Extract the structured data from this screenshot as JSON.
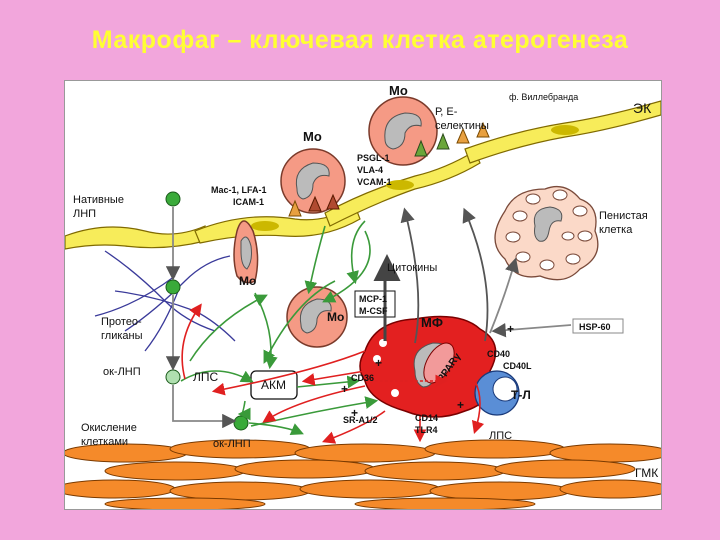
{
  "title": "Макрофаг – ключевая клетка атерогенеза",
  "labels": {
    "mo_top": "Мо",
    "vwf": "ф. Виллебранда",
    "ec": "ЭК",
    "selectins_1": "Р, Е-",
    "selectins_2": "селектины",
    "mo_mid": "Мо",
    "psgl": "PSGL-1",
    "vla": "VLA-4",
    "vcam": "VCAM-1",
    "mac": "Mac-1, LFA-1",
    "icam": "ICAM-1",
    "native_1": "Нативные",
    "native_2": "ЛНП",
    "foam_1": "Пенистая",
    "foam_2": "клетка",
    "cytokines": "Цитокины",
    "mo_low": "Мо",
    "proteo_1": "Протео-",
    "proteo_2": "гликаны",
    "mcp": "MCP-1",
    "mcsf": "M-CSF",
    "mo_center": "Мо",
    "mf": "МФ",
    "hsp": "HSP-60",
    "ppar": "PPARγ",
    "ok_ldl_left": "ок-ЛНП",
    "lps_left": "ЛПС",
    "akm": "АКМ",
    "cd36": "CD36",
    "cd40": "CD40",
    "cd40l": "CD40L",
    "tl": "Т-Л",
    "oxid_1": "Окисление",
    "oxid_2": "клетками",
    "ok_ldl_bottom": "ок-ЛНП",
    "sr": "SR-A1/2",
    "cd14": "CD14",
    "tlr4": "TLR4",
    "lps_right": "ЛПС",
    "smc": "ГМК",
    "plus": "+"
  }
}
